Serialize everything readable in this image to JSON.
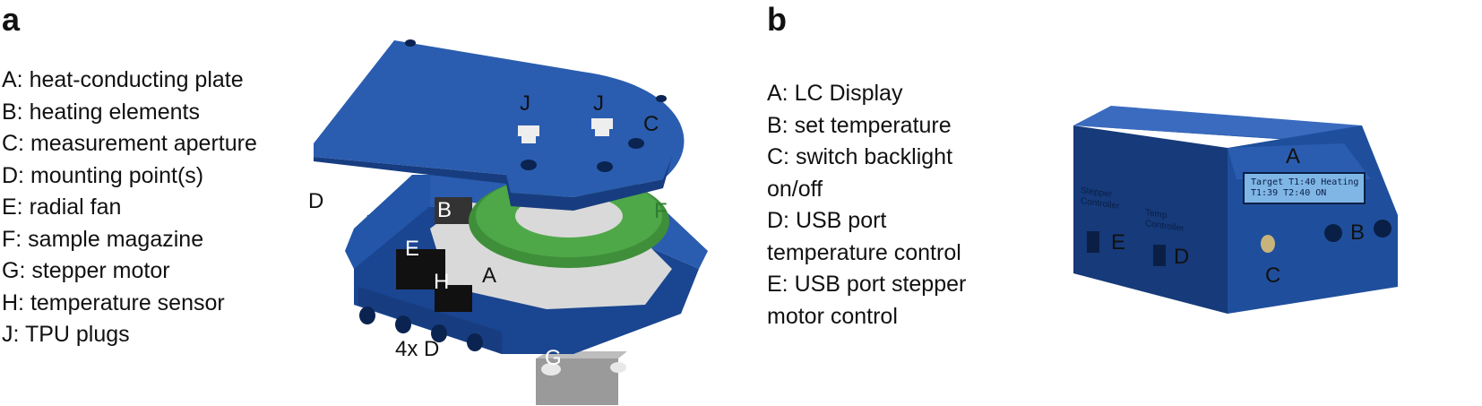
{
  "panel_a": {
    "letter": "a",
    "legend": [
      "A: heat-conducting plate",
      "B: heating elements",
      "C: measurement aperture",
      "D: mounting point(s)",
      "E: radial fan",
      "F: sample magazine",
      "G: stepper motor",
      "H: temperature sensor",
      "J: TPU plugs"
    ],
    "labels": {
      "J1": "J",
      "J2": "J",
      "C": "C",
      "D": "D",
      "B": "B",
      "F": "F",
      "E": "E",
      "H": "H",
      "A": "A",
      "four_d": "4x D",
      "G": "G"
    }
  },
  "panel_b": {
    "letter": "b",
    "legend": [
      "A: LC Display",
      "B: set temperature",
      "C: switch backlight",
      "on/off",
      "D: USB port",
      "temperature control",
      "E: USB port stepper",
      "motor control"
    ],
    "labels": {
      "A": "A",
      "B": "B",
      "C": "C",
      "D": "D",
      "E": "E"
    },
    "lcd_line1": "Target T1:40  Heating",
    "lcd_line2": "T1:39 T2:40  ON",
    "port_stepper_line1": "Stepper",
    "port_stepper_line2": "Controller",
    "port_temp_line1": "Temp",
    "port_temp_line2": "Controller"
  },
  "colors": {
    "housing_blue": "#1f4f9c",
    "magazine_green": "#3f8f3a",
    "plate_grey": "#d9d9d9",
    "lcd_blue": "#7fb6e6"
  }
}
